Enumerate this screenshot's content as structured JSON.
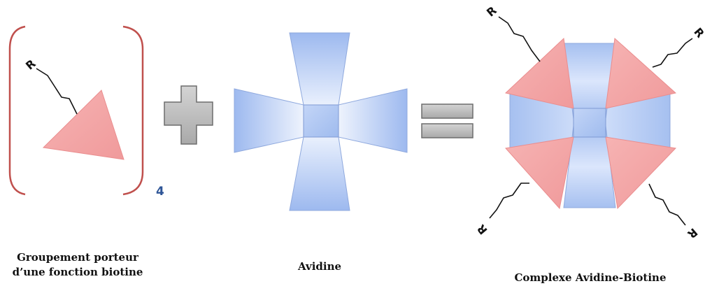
{
  "labels": {
    "biotin_group_line1": "Groupement porteur",
    "biotin_group_line2": "d’une fonction biotine",
    "avidin": "Avidine",
    "complex": "Complexe Avidine-Biotine",
    "stoichiometry": "4",
    "r_group": "R"
  },
  "colors": {
    "bracket": "#c0504d",
    "triangle_fill": "#f2a7a7",
    "triangle_stroke": "#e8898a",
    "avidin_light": "#e9f0fd",
    "avidin_mid": "#b7cdf6",
    "avidin_dark": "#90b0ea",
    "avidin_stroke": "#8fa9de",
    "operator_fill": "#bdbdbd",
    "operator_stroke": "#6d6d6d",
    "subscript": "#2e5597",
    "linker": "#111111"
  }
}
